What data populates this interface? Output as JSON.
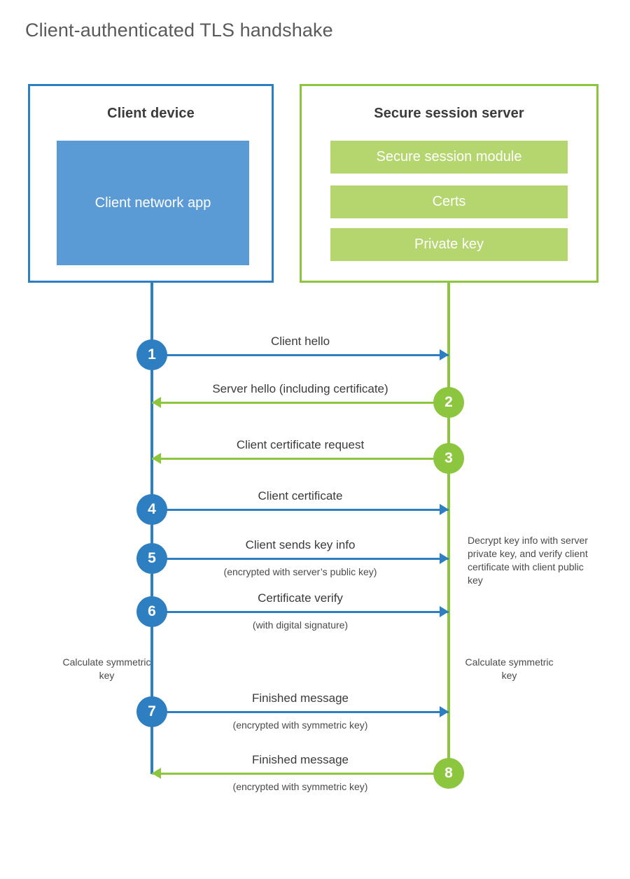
{
  "title": "Client-authenticated TLS handshake",
  "colors": {
    "client_blue": "#2E7FC1",
    "client_app_blue": "#5B9BD5",
    "server_green": "#8CC63E",
    "server_module_green": "#B5D66E",
    "title_gray": "#5A5A5A",
    "text_dark": "#3B3B3B"
  },
  "client": {
    "title": "Client device",
    "app_label": "Client network app",
    "calculate_note": "Calculate symmetric key"
  },
  "server": {
    "title": "Secure session server",
    "modules": [
      "Secure session module",
      "Certs",
      "Private key"
    ],
    "decrypt_note": "Decrypt key info with server private key, and verify client certificate with client public key",
    "calculate_note": "Calculate symmetric key"
  },
  "steps": [
    {
      "number": "1",
      "label": "Client hello",
      "sublabel": "",
      "direction": "client-to-server",
      "color": "blue"
    },
    {
      "number": "2",
      "label": "Server hello (including certificate)",
      "sublabel": "",
      "direction": "server-to-client",
      "color": "green"
    },
    {
      "number": "3",
      "label": "Client certificate request",
      "sublabel": "",
      "direction": "server-to-client",
      "color": "green"
    },
    {
      "number": "4",
      "label": "Client certificate",
      "sublabel": "",
      "direction": "client-to-server",
      "color": "blue"
    },
    {
      "number": "5",
      "label": "Client sends key info",
      "sublabel": "(encrypted with server’s public key)",
      "direction": "client-to-server",
      "color": "blue"
    },
    {
      "number": "6",
      "label": "Certificate verify",
      "sublabel": "(with digital signature)",
      "direction": "client-to-server",
      "color": "blue"
    },
    {
      "number": "7",
      "label": "Finished message",
      "sublabel": "(encrypted with symmetric key)",
      "direction": "client-to-server",
      "color": "blue"
    },
    {
      "number": "8",
      "label": "Finished message",
      "sublabel": "(encrypted with symmetric key)",
      "direction": "server-to-client",
      "color": "green"
    }
  ]
}
